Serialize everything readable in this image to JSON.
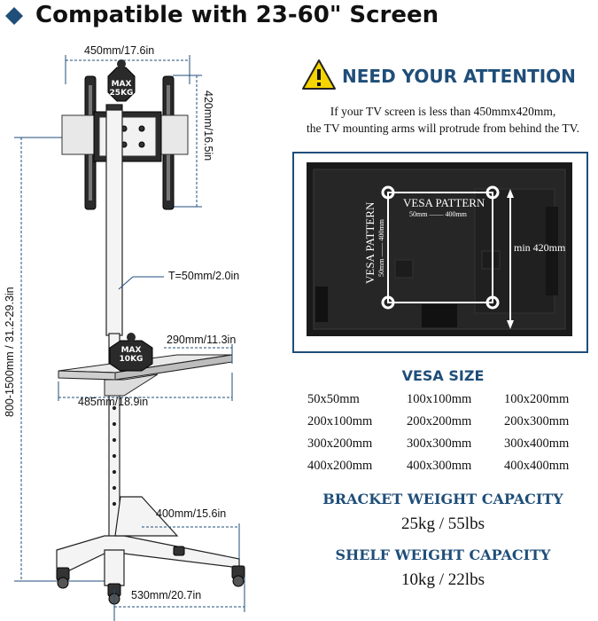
{
  "header": {
    "title": "Compatible with 23-60\" Screen"
  },
  "dimensions": {
    "bracket_width": "450mm/17.6in",
    "bracket_height": "420mm/16.5in",
    "pole_thickness": "T=50mm/2.0in",
    "total_height": "800-1500mm / 31.2-29.3in",
    "shelf_depth": "290mm/11.3in",
    "shelf_width": "485mm/18.9in",
    "base_depth": "400mm/15.6in",
    "base_width": "530mm/20.7in"
  },
  "badges": {
    "bracket": {
      "line1": "MAX",
      "line2": "25KG"
    },
    "shelf": {
      "line1": "MAX",
      "line2": "10KG"
    }
  },
  "attention": {
    "heading": "NEED YOUR ATTENTION",
    "line1": "If your TV screen is less than 450mmx420mm,",
    "line2": "the TV mounting arms will protrude from behind the TV."
  },
  "tv_diagram": {
    "vesa_pattern_h": "VESA PATTERN",
    "vesa_h_range": "50mm —— 400mm",
    "vesa_pattern_v": "VESA PATTERN",
    "vesa_v_range": "50mm —— 400mm",
    "min_height": "min 420mm"
  },
  "vesa": {
    "title": "VESA SIZE",
    "sizes": [
      "50x50mm",
      "100x100mm",
      "100x200mm",
      "200x100mm",
      "200x200mm",
      "200x300mm",
      "300x200mm",
      "300x300mm",
      "300x400mm",
      "400x200mm",
      "400x300mm",
      "400x400mm"
    ]
  },
  "capacity": {
    "bracket_label": "BRACKET WEIGHT CAPACITY",
    "bracket_value": "25kg / 55lbs",
    "shelf_label": "SHELF WEIGHT CAPACITY",
    "shelf_value": "10kg / 22lbs"
  },
  "colors": {
    "accent": "#1f4e79",
    "warning": "#f5d400",
    "dim_line": "#1f4e79"
  }
}
